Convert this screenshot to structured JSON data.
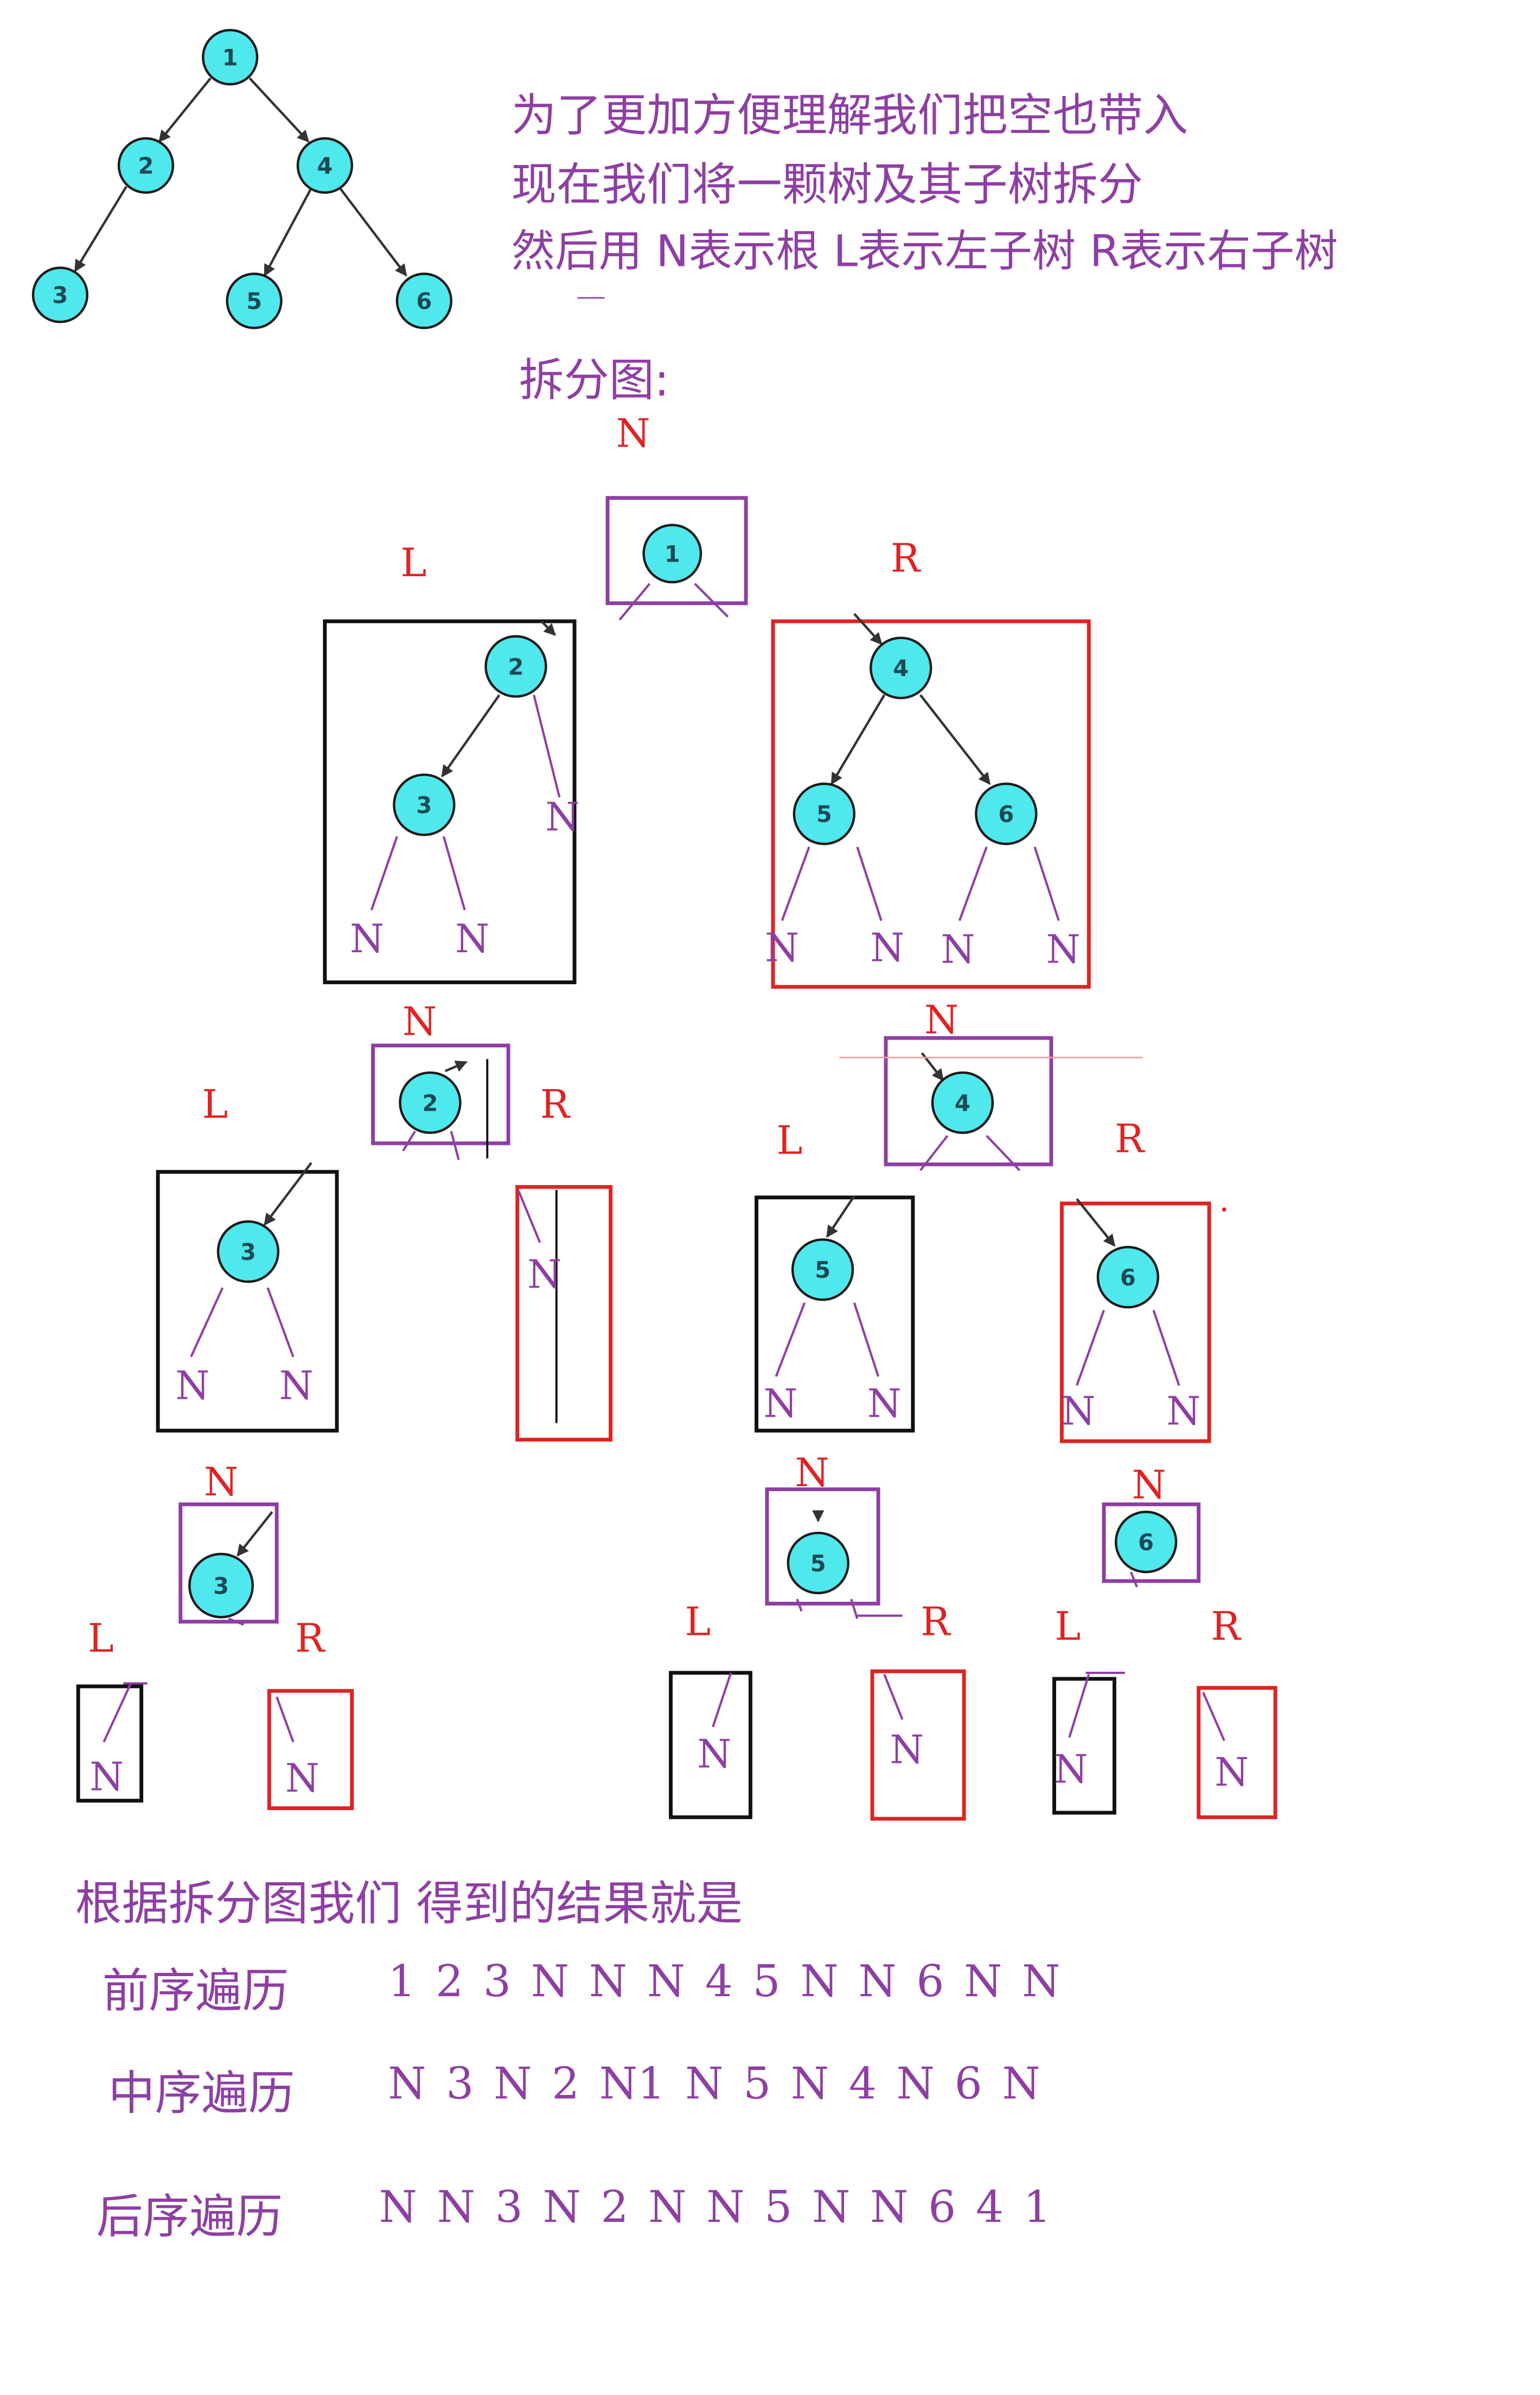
{
  "header": {
    "line1": "为了更加方便理解我们把空也带入",
    "line2": "现在我们将一颗树及其子树拆分",
    "line3": "然后用 N表示根 L表示左子树 R表示右子树",
    "split_title": "拆分图:"
  },
  "labels": {
    "N": "N",
    "L": "L",
    "R": "R"
  },
  "nodes": {
    "n1": "1",
    "n2": "2",
    "n3": "3",
    "n4": "4",
    "n5": "5",
    "n6": "6"
  },
  "result": {
    "title": "根据拆分图我们 得到的结果就是",
    "preorder_label": "前序遍历",
    "preorder_value": "1 2 3 N N N 4 5 N N 6 N N",
    "inorder_label": "中序遍历",
    "inorder_value": "N 3 N 2 N1 N 5 N 4 N 6 N",
    "postorder_label": "后序遍历",
    "postorder_value": "N N 3 N 2 N N 5 N N 6 4 1"
  },
  "colors": {
    "node_fill": "#4fe8ec",
    "node_stroke": "#1b1b1b",
    "purple": "#8e3fa3",
    "red": "#e02222",
    "black": "#111111"
  }
}
